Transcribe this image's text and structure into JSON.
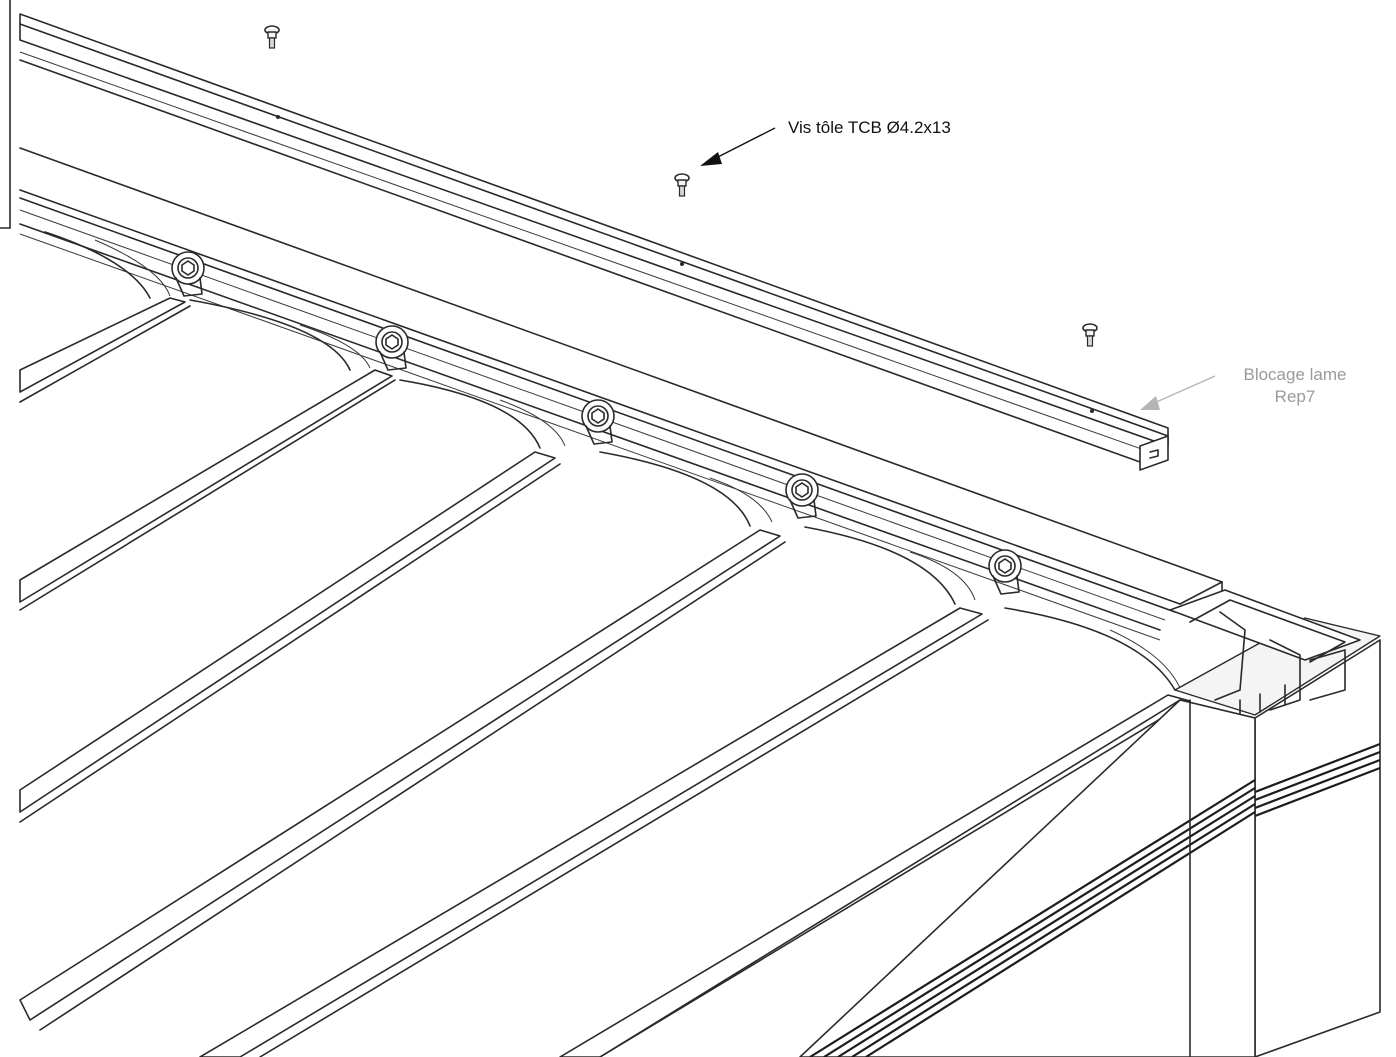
{
  "annotations": {
    "screw": {
      "text": "Vis tôle TCB Ø4.2x13",
      "color": "#111111"
    },
    "blocking_blade": {
      "lines": [
        "Blocage lame",
        "Rep7"
      ],
      "color": "#9a9a9a"
    }
  },
  "icons": {
    "screws": [
      "screw-icon",
      "screw-icon",
      "screw-icon"
    ],
    "pivots": [
      "pivot-bolt-icon",
      "pivot-bolt-icon",
      "pivot-bolt-icon",
      "pivot-bolt-icon",
      "pivot-bolt-icon"
    ]
  }
}
